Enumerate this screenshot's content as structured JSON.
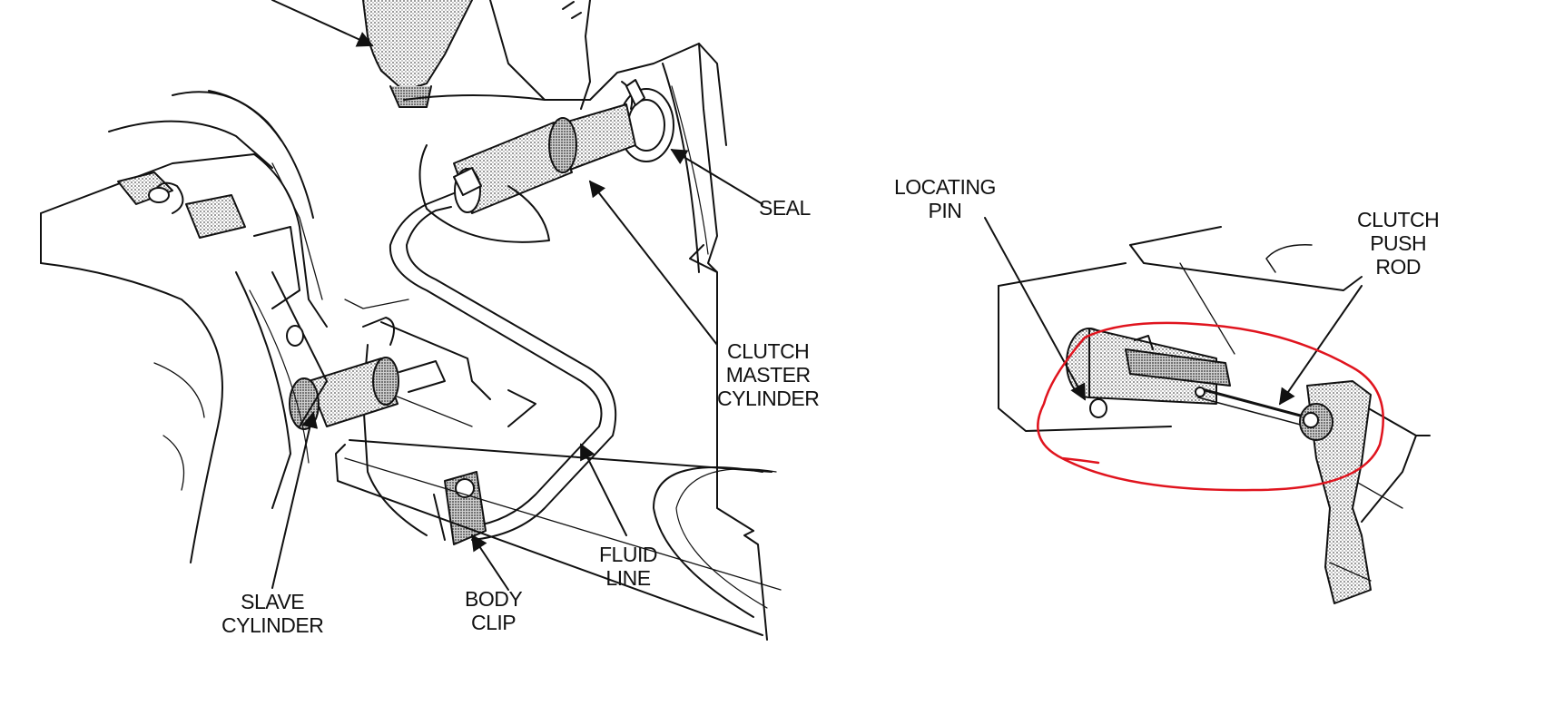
{
  "labels": {
    "seal": "SEAL",
    "clutch_master_cylinder": "CLUTCH\nMASTER\nCYLINDER",
    "fluid_line": "FLUID\nLINE",
    "body_clip": "BODY\nCLIP",
    "slave_cylinder": "SLAVE\nCYLINDER",
    "locating_pin": "LOCATING\nPIN",
    "clutch_push_rod": "CLUTCH\nPUSH\nROD"
  },
  "colors": {
    "line": "#111111",
    "annotation_circle": "#e0141e",
    "shading": "#9a9a9a"
  }
}
